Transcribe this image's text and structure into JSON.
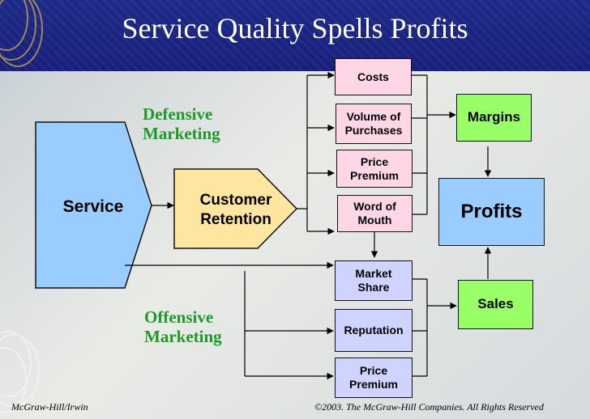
{
  "title": "Service Quality Spells Profits",
  "labels": {
    "defensive": [
      "Defensive",
      "Marketing"
    ],
    "offensive": [
      "Offensive",
      "Marketing"
    ]
  },
  "shapes": {
    "service": "Service",
    "customer_retention": [
      "Customer",
      "Retention"
    ]
  },
  "defensive_boxes": {
    "costs": [
      "Costs"
    ],
    "volume": [
      "Volume of",
      "Purchases"
    ],
    "price_premium": [
      "Price",
      "Premium"
    ],
    "word_of_mouth": [
      "Word of",
      "Mouth"
    ]
  },
  "offensive_boxes": {
    "market_share": [
      "Market",
      "Share"
    ],
    "reputation": [
      "Reputation"
    ],
    "price_premium": [
      "Price",
      "Premium"
    ]
  },
  "outcomes": {
    "margins": "Margins",
    "profits": "Profits",
    "sales": "Sales"
  },
  "footer": {
    "left": "McGraw-Hill/Irwin",
    "right": "©2003. The McGraw-Hill Companies. All Rights Reserved"
  },
  "colors": {
    "banner": "#1e2a88",
    "pink_box": "#ffd6e6",
    "lavender_box": "#cfd3ff",
    "green_box": "#99ff66",
    "blue_shape": "#99ccff",
    "retention_shape": "#ffe6a0",
    "label_green": "#1e9a2a"
  }
}
